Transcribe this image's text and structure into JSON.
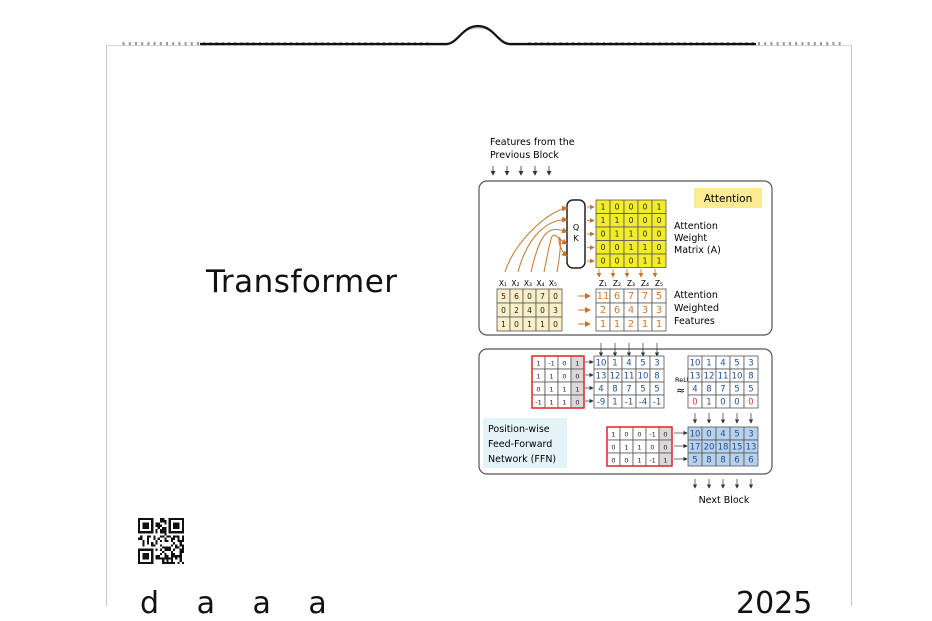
{
  "calendar": {
    "title": "Transformer"
  },
  "diagram": {
    "input_label": [
      "Features from the",
      "Previous Block"
    ],
    "attention_tag": "Attention",
    "qk_label": [
      "Q",
      "K"
    ],
    "attention_matrix": [
      [
        "1",
        "0",
        "0",
        "0",
        "1"
      ],
      [
        "1",
        "1",
        "0",
        "0",
        "0"
      ],
      [
        "0",
        "1",
        "1",
        "0",
        "0"
      ],
      [
        "0",
        "0",
        "1",
        "1",
        "0"
      ],
      [
        "0",
        "0",
        "0",
        "1",
        "1"
      ]
    ],
    "attention_matrix_label": [
      "Attention",
      "Weight",
      "Matrix (A)"
    ],
    "x_labels": [
      "X₁",
      "X₂",
      "X₃",
      "X₄",
      "X₅"
    ],
    "z_labels": [
      "Z₁",
      "Z₂",
      "Z₃",
      "Z₄",
      "Z₅"
    ],
    "input_features": [
      [
        "5",
        "6",
        "0",
        "7",
        "0"
      ],
      [
        "0",
        "2",
        "4",
        "0",
        "3"
      ],
      [
        "1",
        "0",
        "1",
        "1",
        "0"
      ]
    ],
    "weighted_features": [
      [
        "11",
        "6",
        "7",
        "7",
        "5"
      ],
      [
        "2",
        "6",
        "4",
        "3",
        "3"
      ],
      [
        "1",
        "1",
        "2",
        "1",
        "1"
      ]
    ],
    "weighted_label": [
      "Attention",
      "Weighted",
      "Features"
    ],
    "ffn_weights_1": [
      [
        "1",
        "-1",
        "0",
        "1"
      ],
      [
        "1",
        "1",
        "0",
        "0"
      ],
      [
        "0",
        "1",
        "1",
        "1"
      ],
      [
        "-1",
        "1",
        "1",
        "0"
      ]
    ],
    "ffn_hidden": [
      [
        "10",
        "1",
        "4",
        "5",
        "3"
      ],
      [
        "13",
        "12",
        "11",
        "10",
        "8"
      ],
      [
        "4",
        "8",
        "7",
        "5",
        "5"
      ],
      [
        "-9",
        "1",
        "-1",
        "-4",
        "-1"
      ]
    ],
    "relu_label": "ReLU",
    "approx_symbol": "≈",
    "ffn_relu": [
      [
        "10",
        "1",
        "4",
        "5",
        "3"
      ],
      [
        "13",
        "12",
        "11",
        "10",
        "8"
      ],
      [
        "4",
        "8",
        "7",
        "5",
        "5"
      ],
      [
        "0",
        "1",
        "0",
        "0",
        "0"
      ]
    ],
    "ffn_label": [
      "Position-wise",
      "Feed-Forward",
      "Network (FFN)"
    ],
    "ffn_weights_2": [
      [
        "1",
        "0",
        "0",
        "-1",
        "0"
      ],
      [
        "0",
        "1",
        "1",
        "0",
        "0"
      ],
      [
        "0",
        "0",
        "1",
        "-1",
        "1"
      ]
    ],
    "ffn_output": [
      [
        "10",
        "0",
        "4",
        "5",
        "3"
      ],
      [
        "17",
        "20",
        "18",
        "15",
        "13"
      ],
      [
        "5",
        "8",
        "8",
        "6",
        "6"
      ]
    ],
    "output_label": "Next Block"
  },
  "bottom_partial": {
    "left": "d a a a",
    "right": "2025"
  }
}
